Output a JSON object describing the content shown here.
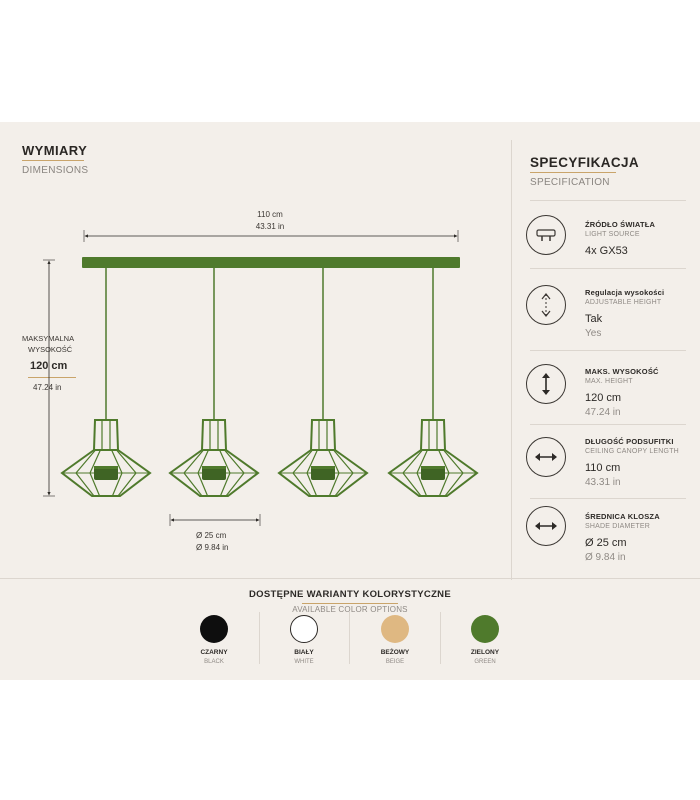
{
  "dimensions": {
    "title": "WYMIARY",
    "subtitle": "DIMENSIONS",
    "width_cm": "110 cm",
    "width_in": "43.31 in",
    "height_label_1": "MAKSYMALNA",
    "height_label_2": "WYSOKOŚĆ",
    "height_cm": "120 cm",
    "height_in": "47.24 in",
    "shade_cm": "Ø 25 cm",
    "shade_in": "Ø 9.84 in"
  },
  "lamp": {
    "color": "#4f7a2c",
    "shade_count": 4
  },
  "specification": {
    "title": "SPECYFIKACJA",
    "subtitle": "SPECIFICATION",
    "items": [
      {
        "icon": "light-source-icon",
        "label": "ŹRÓDŁO ŚWIATŁA",
        "sub": "LIGHT SOURCE",
        "value": "4x GX53",
        "value2": ""
      },
      {
        "icon": "adjustable-height-icon",
        "label": "Regulacja wysokości",
        "sub": "ADJUSTABLE HEIGHT",
        "value": "Tak",
        "value2": "Yes"
      },
      {
        "icon": "max-height-icon",
        "label": "MAKS. WYSOKOŚĆ",
        "sub": "MAX. HEIGHT",
        "value": "120 cm",
        "value2": "47.24 in"
      },
      {
        "icon": "canopy-length-icon",
        "label": "DŁUGOŚĆ PODSUFITKI",
        "sub": "CEILING CANOPY LENGTH",
        "value": "110 cm",
        "value2": "43.31 in"
      },
      {
        "icon": "shade-diameter-icon",
        "label": "ŚREDNICA KLOSZA",
        "sub": "SHADE DIAMETER",
        "value": "Ø 25 cm",
        "value2": "Ø 9.84 in"
      }
    ]
  },
  "colors": {
    "title": "DOSTĘPNE WARIANTY KOLORYSTYCZNE",
    "subtitle": "AVAILABLE COLOR OPTIONS",
    "options": [
      {
        "label": "CZARNY",
        "sub": "BLACK",
        "hex": "#0e0e0e",
        "outline": false
      },
      {
        "label": "BIAŁY",
        "sub": "WHITE",
        "hex": "#ffffff",
        "outline": true
      },
      {
        "label": "BEŻOWY",
        "sub": "BEIGE",
        "hex": "#dfb882",
        "outline": false
      },
      {
        "label": "ZIELONY",
        "sub": "GREEN",
        "hex": "#4f7a2c",
        "outline": false
      }
    ]
  }
}
